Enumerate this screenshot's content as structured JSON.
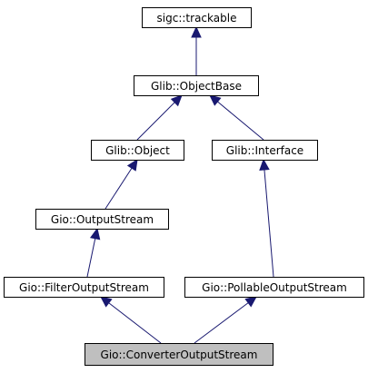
{
  "diagram": {
    "type": "inheritance-graph",
    "colors": {
      "edge": "#191970",
      "current_fill": "#bfbfbf",
      "node_fill": "#ffffff",
      "border": "#000000"
    },
    "nodes": [
      {
        "id": "trackable",
        "label": "sigc::trackable"
      },
      {
        "id": "objectbase",
        "label": "Glib::ObjectBase"
      },
      {
        "id": "object",
        "label": "Glib::Object"
      },
      {
        "id": "interface",
        "label": "Glib::Interface"
      },
      {
        "id": "outputstream",
        "label": "Gio::OutputStream"
      },
      {
        "id": "filteroutputstream",
        "label": "Gio::FilterOutputStream"
      },
      {
        "id": "pollableoutputstream",
        "label": "Gio::PollableOutputStream"
      },
      {
        "id": "converteroutputstream",
        "label": "Gio::ConverterOutputStream",
        "current": true
      }
    ],
    "edges": [
      {
        "from": "objectbase",
        "to": "trackable"
      },
      {
        "from": "object",
        "to": "objectbase"
      },
      {
        "from": "interface",
        "to": "objectbase"
      },
      {
        "from": "outputstream",
        "to": "object"
      },
      {
        "from": "filteroutputstream",
        "to": "outputstream"
      },
      {
        "from": "pollableoutputstream",
        "to": "interface"
      },
      {
        "from": "converteroutputstream",
        "to": "filteroutputstream"
      },
      {
        "from": "converteroutputstream",
        "to": "pollableoutputstream"
      }
    ]
  }
}
